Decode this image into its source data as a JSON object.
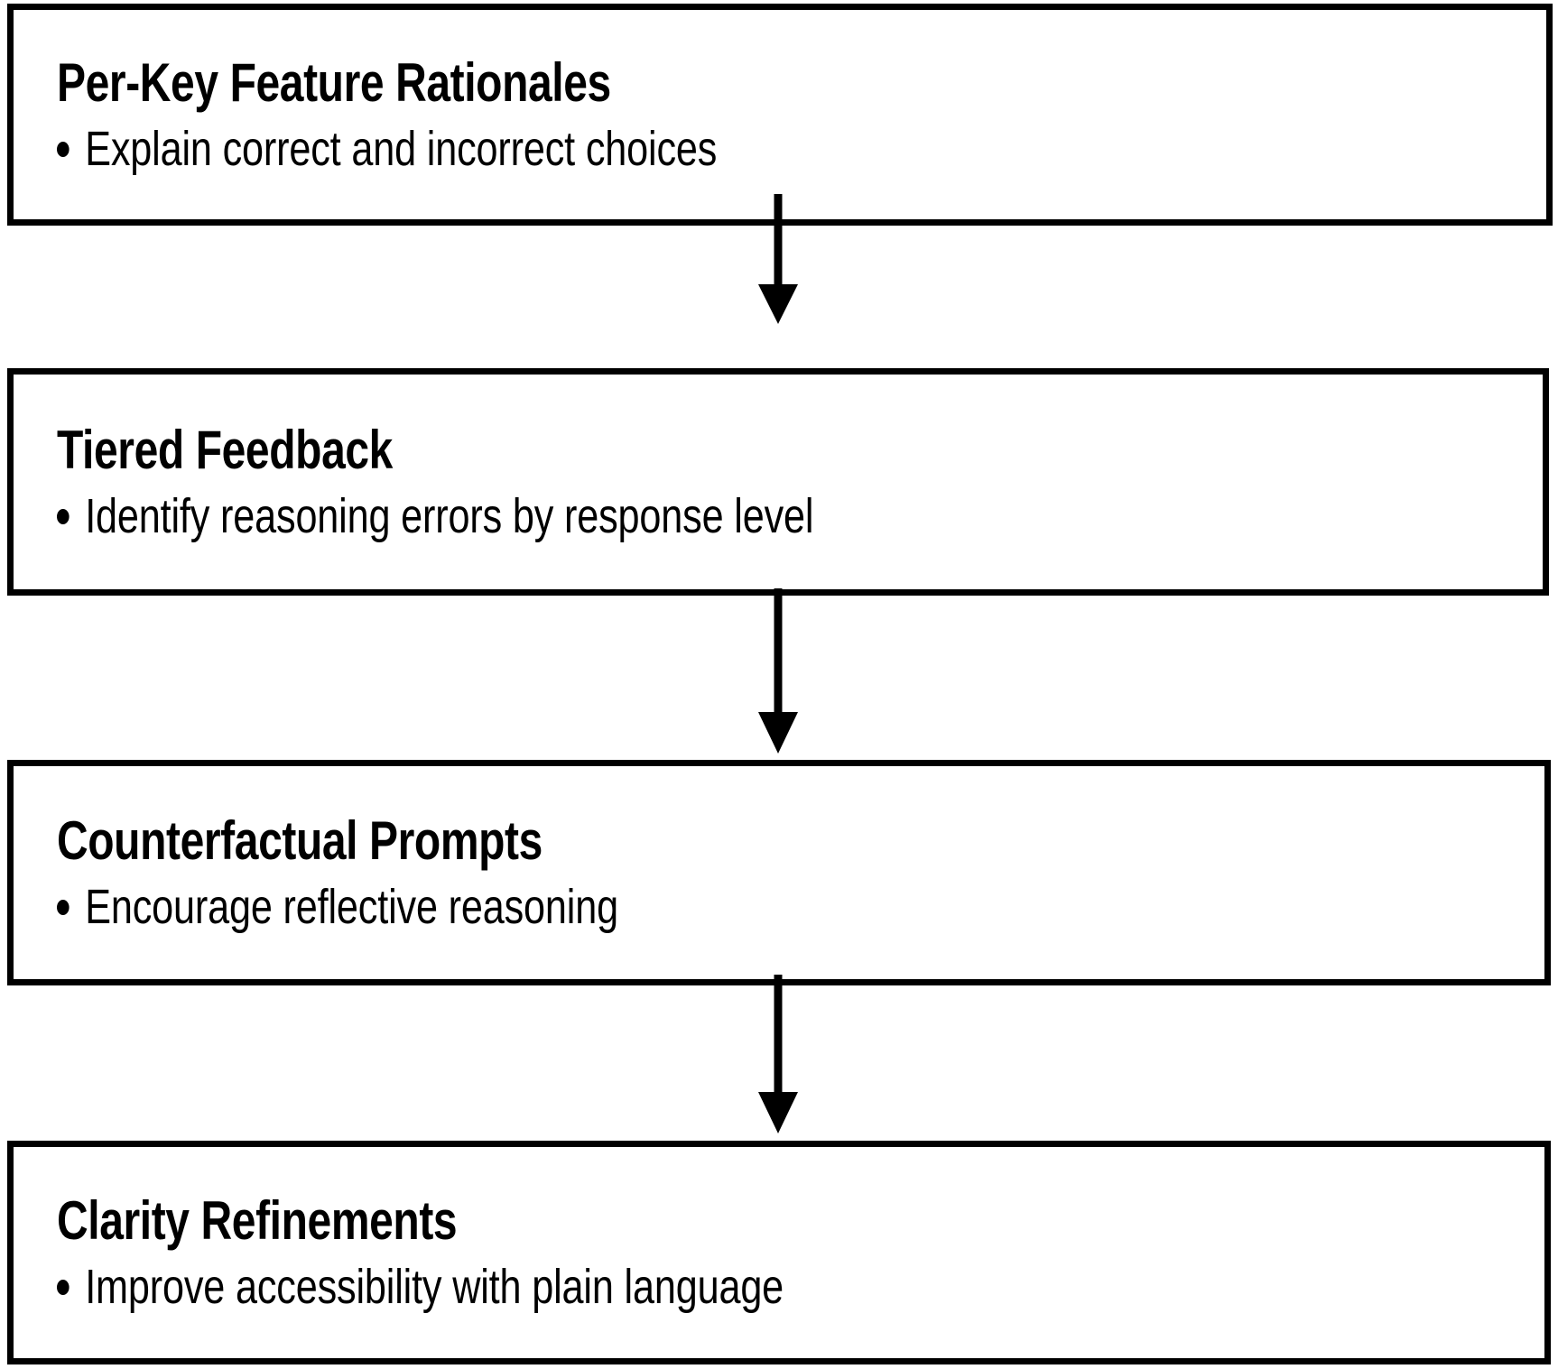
{
  "diagram": {
    "type": "vertical-flowchart",
    "background_color": "#ffffff",
    "line_color": "#000000",
    "nodes": [
      {
        "id": "per-key-feature-rationales",
        "title": "Per-Key Feature Rationales",
        "bullets": [
          "Explain correct and incorrect choices"
        ]
      },
      {
        "id": "tiered-feedback",
        "title": "Tiered Feedback",
        "bullets": [
          "Identify reasoning errors by response level"
        ]
      },
      {
        "id": "counterfactual-prompts",
        "title": "Counterfactual Prompts",
        "bullets": [
          "Encourage reflective reasoning"
        ]
      },
      {
        "id": "clarity-refinements",
        "title": "Clarity Refinements",
        "bullets": [
          "Improve accessibility with plain language"
        ]
      }
    ],
    "connectors": [
      {
        "from": "per-key-feature-rationales",
        "to": "tiered-feedback",
        "style": "arrow-down"
      },
      {
        "from": "tiered-feedback",
        "to": "counterfactual-prompts",
        "style": "arrow-down"
      },
      {
        "from": "counterfactual-prompts",
        "to": "clarity-refinements",
        "style": "arrow-down"
      }
    ]
  }
}
